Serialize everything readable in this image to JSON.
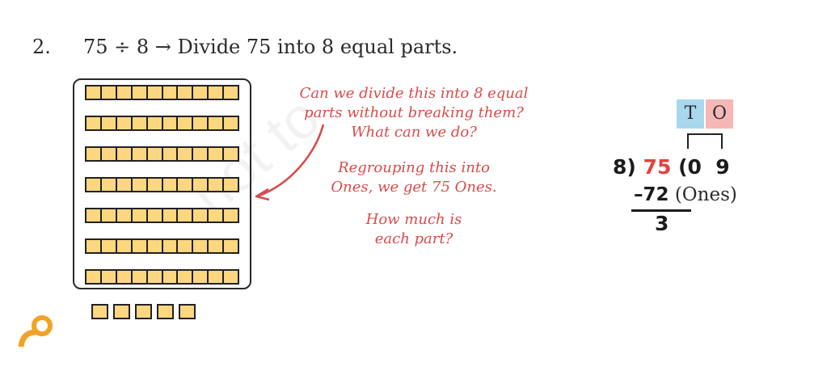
{
  "question": {
    "number": "2.",
    "text": "75 ÷ 8 → Divide 75 into 8 equal parts."
  },
  "callouts": {
    "question_lines": [
      "Can we divide this into 8 equal",
      "parts without breaking them?",
      "What can we do?"
    ],
    "regroup_lines": [
      "Regrouping this into",
      "Ones, we get 75 Ones."
    ],
    "part_lines": [
      "How much is",
      "each part?"
    ]
  },
  "place_value": {
    "tens": "T",
    "ones": "O"
  },
  "division": {
    "divisor_part": "8)",
    "dividend": "75",
    "quotient_part": "(0  9",
    "subtrahend": "–72",
    "unit": "(Ones)",
    "remainder": "3"
  },
  "blocks": {
    "tens_rods": 7,
    "ones_cubes": 5
  },
  "colors": {
    "accent": "#d94b4b",
    "block": "#fcd77f",
    "tens_bg": "#a8d8ee",
    "ones_bg": "#f6b7b7"
  },
  "watermark": "not to"
}
